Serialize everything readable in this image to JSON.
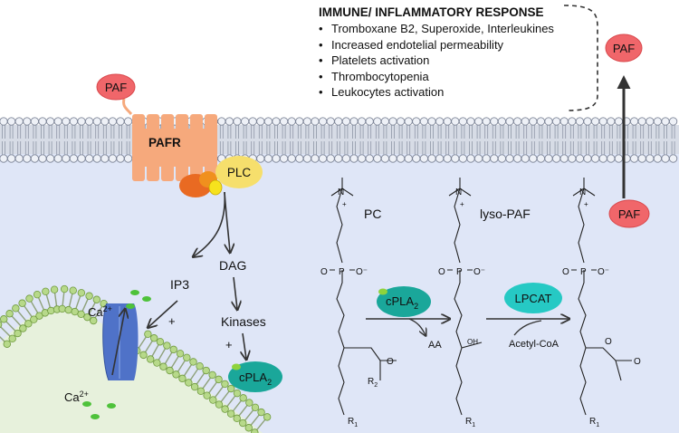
{
  "response": {
    "title": "IMMUNE/ INFLAMMATORY RESPONSE",
    "items": [
      "Tromboxane B2, Superoxide, Interleukines",
      "Increased endotelial permeability",
      "Platelets activation",
      "Thrombocytopenia",
      "Leukocytes activation"
    ]
  },
  "labels": {
    "paf": "PAF",
    "pafr": "PAFR",
    "plc": "PLC",
    "ip3": "IP3",
    "dag": "DAG",
    "kinases": "Kinases",
    "plus": "+",
    "ca": "Ca",
    "ca_charge": "2+",
    "cpla2": "cPLA",
    "cpla2_sub": "2",
    "pc": "PC",
    "lyso_paf": "lyso-PAF",
    "lpcat": "LPCAT",
    "aa": "AA",
    "acetyl_coa": "Acetyl-CoA",
    "oh": "OH",
    "r1": "R",
    "r1_sub": "1",
    "r2": "R",
    "r2_sub": "2",
    "n": "N",
    "n_charge": "+",
    "p": "P",
    "o": "O",
    "o_minus": "O⁻"
  },
  "colors": {
    "paf_fill": "#f0666a",
    "pafr_fill": "#f6a97c",
    "plc_fill": "#f6df6c",
    "cpla2_fill": "#1aa79a",
    "lpcat_fill": "#26c9c4",
    "cytoplasm": "#dfe6f7",
    "er_lumen": "#e7f1dc",
    "er_head": "#b7d98a",
    "membrane_head": "#eef1f7",
    "channel": "#4f72c8"
  }
}
